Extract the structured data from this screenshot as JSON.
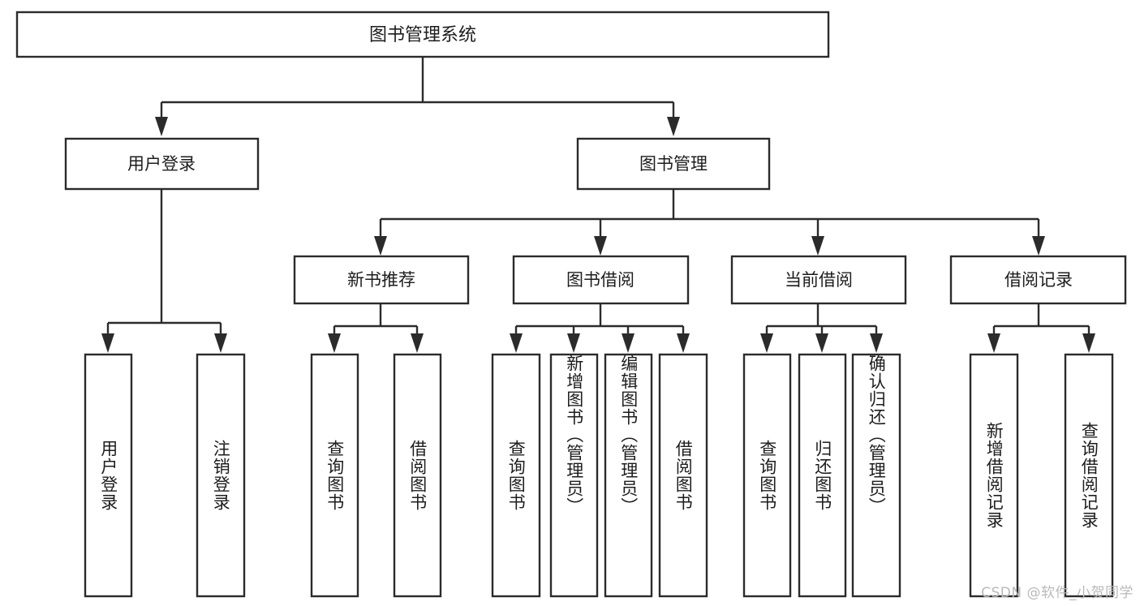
{
  "diagram": {
    "title": "图书管理系统",
    "type": "tree",
    "orientation": "top-down",
    "watermark": "CSDN @软件_小贺同学",
    "colors": {
      "background": "#ffffff",
      "box_fill": "#ffffff",
      "box_stroke": "#2b2b2b",
      "text": "#1d1d1d",
      "watermark": "#b9b9b9"
    },
    "root": {
      "id": "root",
      "label": "图书管理系统"
    },
    "level2": [
      {
        "id": "user-login",
        "label": "用户登录"
      },
      {
        "id": "book-management",
        "label": "图书管理"
      }
    ],
    "level3": [
      {
        "id": "new-book-recommend",
        "label": "新书推荐",
        "parent": "book-management"
      },
      {
        "id": "book-borrow",
        "label": "图书借阅",
        "parent": "book-management"
      },
      {
        "id": "current-borrow",
        "label": "当前借阅",
        "parent": "book-management"
      },
      {
        "id": "borrow-record",
        "label": "借阅记录",
        "parent": "book-management"
      }
    ],
    "leaves": [
      {
        "id": "leaf-user-login",
        "label": "用户登录",
        "parent": "user-login"
      },
      {
        "id": "leaf-logout-login",
        "label": "注销登录",
        "parent": "user-login"
      },
      {
        "id": "leaf-query-book-1",
        "label": "查询图书",
        "parent": "new-book-recommend"
      },
      {
        "id": "leaf-borrow-book-1",
        "label": "借阅图书",
        "parent": "new-book-recommend"
      },
      {
        "id": "leaf-query-book-2",
        "label": "查询图书",
        "parent": "book-borrow"
      },
      {
        "id": "leaf-add-book",
        "label": "新增图书（管理员）",
        "parent": "book-borrow"
      },
      {
        "id": "leaf-edit-book",
        "label": "编辑图书（管理员）",
        "parent": "book-borrow"
      },
      {
        "id": "leaf-borrow-book-2",
        "label": "借阅图书",
        "parent": "book-borrow"
      },
      {
        "id": "leaf-query-book-3",
        "label": "查询图书",
        "parent": "current-borrow"
      },
      {
        "id": "leaf-return-book",
        "label": "归还图书",
        "parent": "current-borrow"
      },
      {
        "id": "leaf-confirm-return",
        "label": "确认归还（管理员）",
        "parent": "current-borrow"
      },
      {
        "id": "leaf-add-record",
        "label": "新增借阅记录",
        "parent": "borrow-record"
      },
      {
        "id": "leaf-query-record",
        "label": "查询借阅记录",
        "parent": "borrow-record"
      }
    ]
  }
}
